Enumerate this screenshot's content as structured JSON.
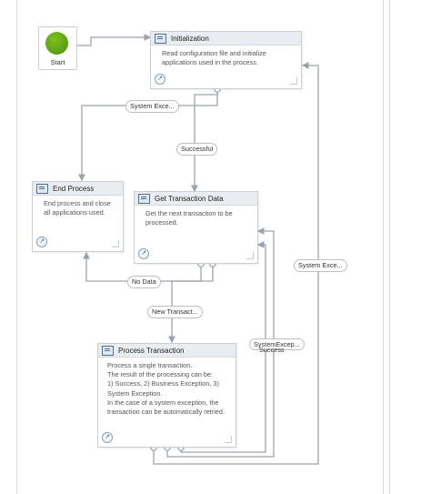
{
  "start": {
    "label": "Start"
  },
  "states": {
    "initialization": {
      "title": "Initialization",
      "description": "Read configuration file and initialize applications used in the process."
    },
    "end_process": {
      "title": "End Process",
      "description": "End process and close all applications used."
    },
    "get_transaction": {
      "title": "Get Transaction Data",
      "description": "Get the next transaction to be processed."
    },
    "process_transaction": {
      "title": "Process Transaction",
      "description": "Process a single transaction.\nThe result of the processing can be:\n1) Success, 2) Business Exception, 3) System Exception.\nIn the case of a system exception, the transaction can be automatically retried."
    }
  },
  "transitions": {
    "system_exception_init": "System Exce...",
    "successful": "Successful",
    "no_data": "No Data",
    "new_transaction": "New Transact...",
    "system_exception_right": "System Exce...",
    "system_exception_process": "SystemExcep...",
    "success": "Success"
  },
  "colors": {
    "wire": "#9aa3ad",
    "start_green": "#5aa215",
    "header_bg": "#e9edf1"
  }
}
